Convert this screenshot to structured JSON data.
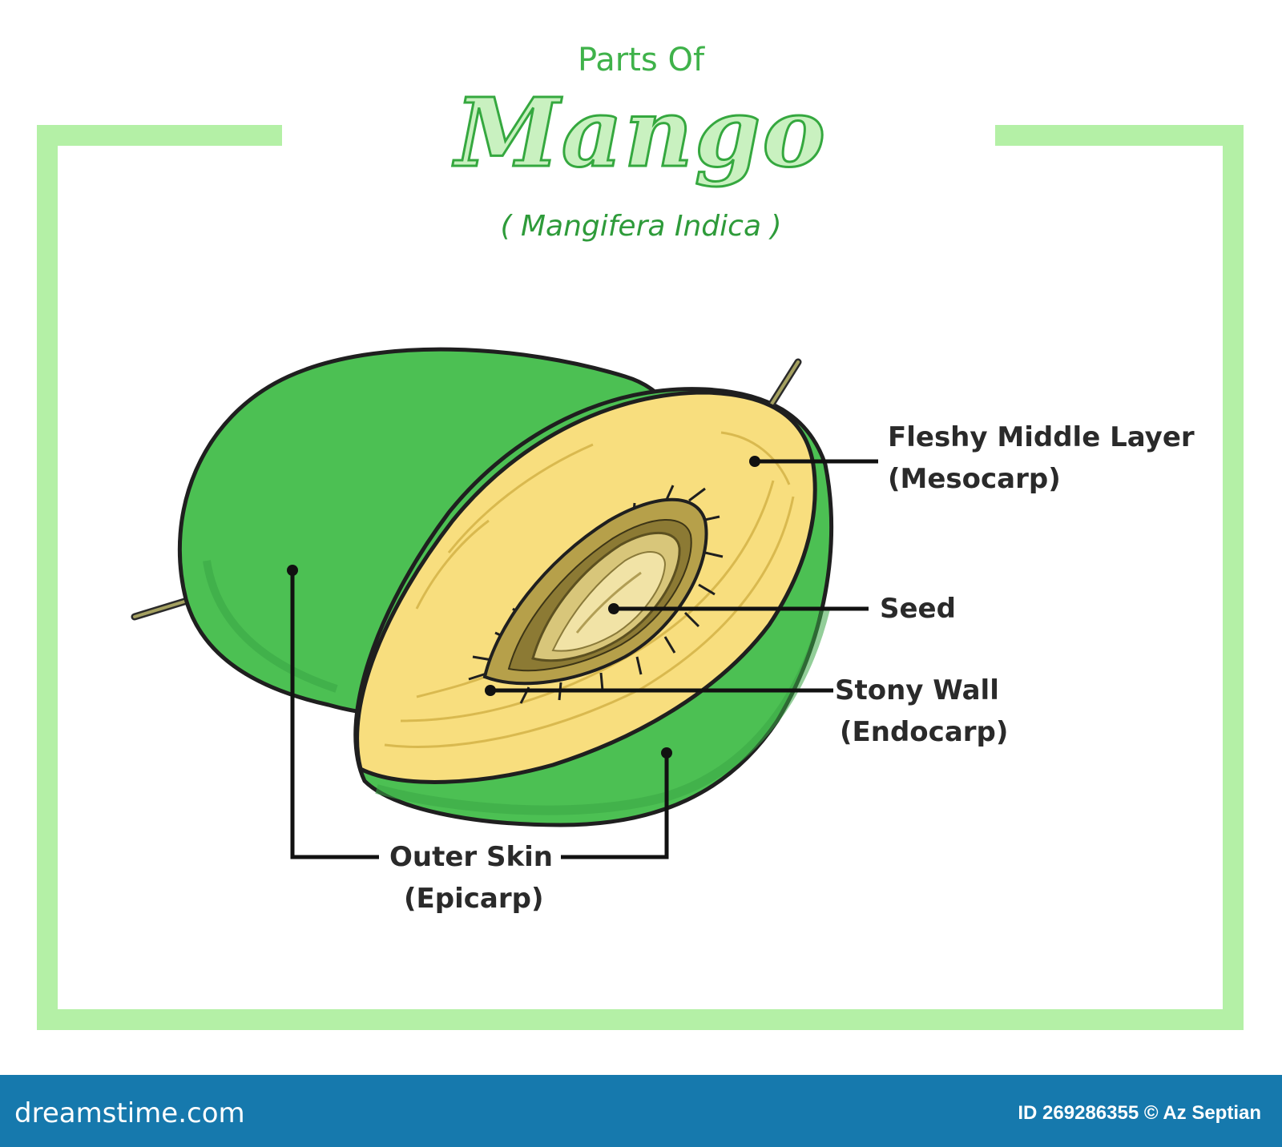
{
  "title": {
    "top": "Parts Of",
    "main": "Mango",
    "subtitle": "( Mangifera Indica )"
  },
  "labels": {
    "mesocarp": {
      "line1": "Fleshy Middle Layer",
      "line2": "(Mesocarp)"
    },
    "seed": {
      "line1": "Seed"
    },
    "endocarp": {
      "line1": "Stony Wall",
      "line2": "(Endocarp)"
    },
    "epicarp": {
      "line1": "Outer Skin",
      "line2": "(Epicarp)"
    }
  },
  "footer": {
    "brand": "dreamstime.com",
    "id_text": "ID 269286355 © Az Septian"
  },
  "colors": {
    "frame": "#b4f0a6",
    "skin": "#4cc053",
    "skin_dark": "#3aa646",
    "flesh": "#f8de7e",
    "seed": "#c8b15a",
    "footer": "#1679ad",
    "title": "#3fb24a"
  }
}
